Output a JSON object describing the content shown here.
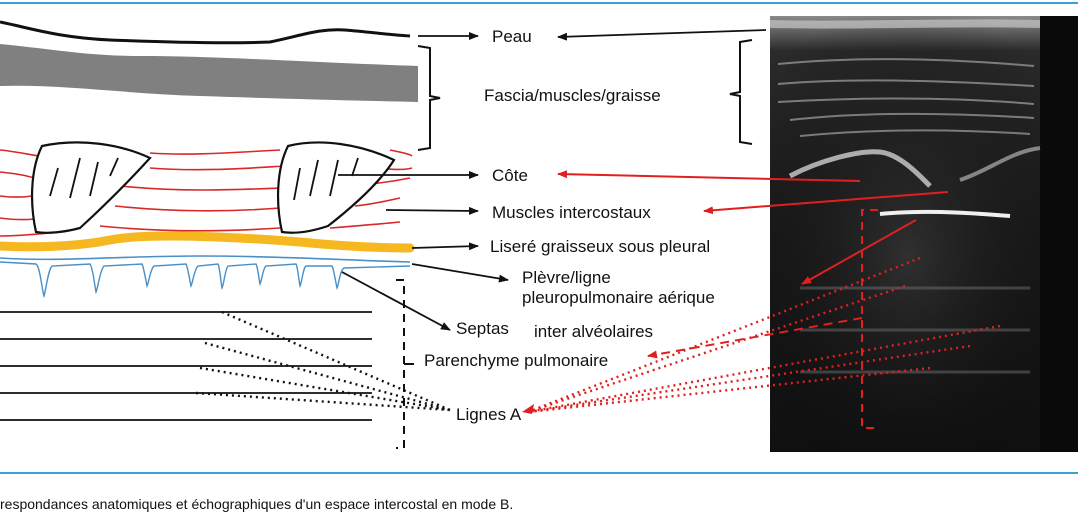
{
  "labels": {
    "peau": "Peau",
    "fascia": "Fascia/muscles/graisse",
    "cote": "Côte",
    "muscles_intercostaux": "Muscles intercostaux",
    "lisere": "Liseré graisseux sous pleural",
    "plevre_line1": "Plèvre/ligne",
    "plevre_line2": "pleuropulmonaire aérique",
    "septas": "Septas",
    "inter_alveolaires": "inter alvéolaires",
    "parenchyme": "Parenchyme pulmonaire",
    "lignes_a": "Lignes A"
  },
  "caption": "respondances anatomiques et échographiques d'un espace intercostal en mode B.",
  "colors": {
    "accent_blue": "#3aa0d8",
    "arrow_red": "#e02020",
    "fat_yellow": "#f5b820",
    "pleura_blue": "#4a90c8",
    "muscle_red": "#d82828",
    "fascia_gray": "#808080"
  }
}
